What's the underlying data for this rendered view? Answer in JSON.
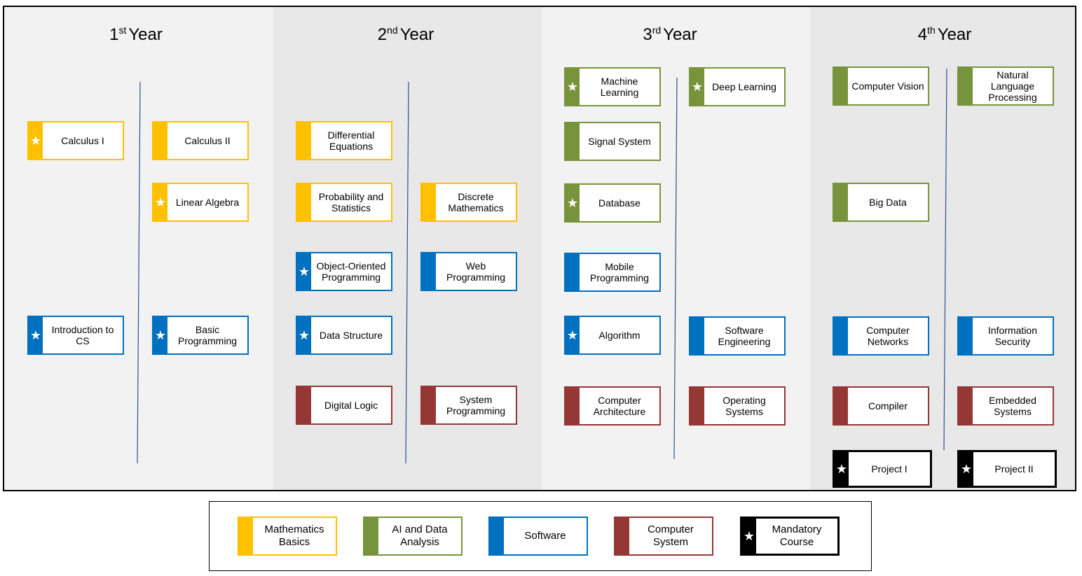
{
  "legend_colors": {
    "math": "#ffc000",
    "ai": "#77933c",
    "sw": "#0070c0",
    "sys": "#953735",
    "mand": "#000000"
  },
  "star_icon": "star-icon",
  "years": [
    {
      "number": "1",
      "suffix": "st",
      "word": "Year",
      "courses": [
        {
          "id": "calculus-1",
          "label": "Calculus I",
          "category": "math",
          "star": true
        },
        {
          "id": "calculus-2",
          "label": "Calculus II",
          "category": "math",
          "star": false
        },
        {
          "id": "linear-algebra",
          "label": "Linear Algebra",
          "category": "math",
          "star": true
        },
        {
          "id": "intro-to-cs",
          "label": "Introduction to CS",
          "category": "sw",
          "star": true
        },
        {
          "id": "basic-programming",
          "label": "Basic Programming",
          "category": "sw",
          "star": true
        }
      ]
    },
    {
      "number": "2",
      "suffix": "nd",
      "word": "Year",
      "courses": [
        {
          "id": "differential-equations",
          "label": "Differential Equations",
          "category": "math",
          "star": false
        },
        {
          "id": "probability-statistics",
          "label": "Probability and Statistics",
          "category": "math",
          "star": false
        },
        {
          "id": "discrete-mathematics",
          "label": "Discrete Mathematics",
          "category": "math",
          "star": false
        },
        {
          "id": "object-oriented-programming",
          "label": "Object-Oriented Programming",
          "category": "sw",
          "star": true
        },
        {
          "id": "web-programming",
          "label": "Web Programming",
          "category": "sw",
          "star": false
        },
        {
          "id": "data-structure",
          "label": "Data Structure",
          "category": "sw",
          "star": true
        },
        {
          "id": "digital-logic",
          "label": "Digital Logic",
          "category": "sys",
          "star": false
        },
        {
          "id": "system-programming",
          "label": "System Programming",
          "category": "sys",
          "star": false
        }
      ]
    },
    {
      "number": "3",
      "suffix": "rd",
      "word": "Year",
      "courses": [
        {
          "id": "machine-learning",
          "label": "Machine Learning",
          "category": "ai",
          "star": true
        },
        {
          "id": "deep-learning",
          "label": "Deep Learning",
          "category": "ai",
          "star": true
        },
        {
          "id": "signal-system",
          "label": "Signal System",
          "category": "ai",
          "star": false
        },
        {
          "id": "database",
          "label": "Database",
          "category": "ai",
          "star": true
        },
        {
          "id": "mobile-programming",
          "label": "Mobile Programming",
          "category": "sw",
          "star": false
        },
        {
          "id": "algorithm",
          "label": "Algorithm",
          "category": "sw",
          "star": true
        },
        {
          "id": "software-engineering",
          "label": "Software Engineering",
          "category": "sw",
          "star": false
        },
        {
          "id": "computer-architecture",
          "label": "Computer Architecture",
          "category": "sys",
          "star": false
        },
        {
          "id": "operating-systems",
          "label": "Operating Systems",
          "category": "sys",
          "star": false
        }
      ]
    },
    {
      "number": "4",
      "suffix": "th",
      "word": "Year",
      "courses": [
        {
          "id": "computer-vision",
          "label": "Computer Vision",
          "category": "ai",
          "star": false
        },
        {
          "id": "natural-language-processing",
          "label": "Natural Language Processing",
          "category": "ai",
          "star": false
        },
        {
          "id": "big-data",
          "label": "Big Data",
          "category": "ai",
          "star": false
        },
        {
          "id": "computer-networks",
          "label": "Computer Networks",
          "category": "sw",
          "star": false
        },
        {
          "id": "information-security",
          "label": "Information Security",
          "category": "sw",
          "star": false
        },
        {
          "id": "compiler",
          "label": "Compiler",
          "category": "sys",
          "star": false
        },
        {
          "id": "embedded-systems",
          "label": "Embedded Systems",
          "category": "sys",
          "star": false
        },
        {
          "id": "project-1",
          "label": "Project I",
          "category": "mand",
          "star": true
        },
        {
          "id": "project-2",
          "label": "Project II",
          "category": "mand",
          "star": true
        }
      ]
    }
  ],
  "legend": [
    {
      "id": "math",
      "label": "Mathematics Basics",
      "category": "math",
      "star": false
    },
    {
      "id": "ai",
      "label": "AI and Data Analysis",
      "category": "ai",
      "star": false
    },
    {
      "id": "sw",
      "label": "Software",
      "category": "sw",
      "star": false
    },
    {
      "id": "sys",
      "label": "Computer System",
      "category": "sys",
      "star": false
    },
    {
      "id": "mand",
      "label": "Mandatory Course",
      "category": "mand",
      "star": true
    }
  ]
}
